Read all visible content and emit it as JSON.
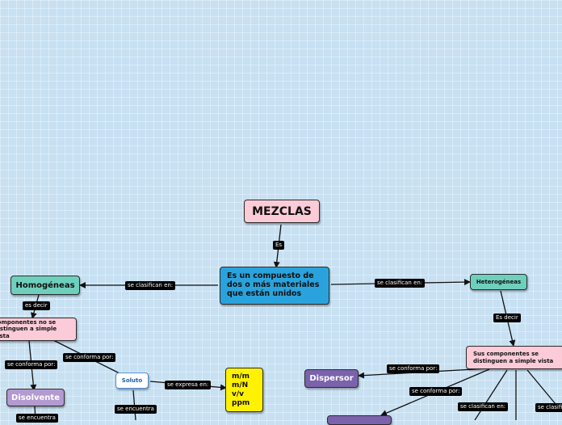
{
  "nodes": {
    "root": "MEZCLAS",
    "definition": "Es un compuesto de dos o más materiales que están unidos",
    "homogeneas": "Homogéneas",
    "heterogeneas": "Heterogéneas",
    "homo_desc": "componentes no se distinguen a simple vista",
    "hetero_desc": "Sus componentes se distinguen a simple vista",
    "disolvente": "Disolvente",
    "soluto": "Soluto",
    "dispersor": "Dispersor",
    "units": [
      "m/m",
      "m/N",
      "v/v",
      "ppm"
    ]
  },
  "links": {
    "es": "Es",
    "se_clasifican_left": "se clasifican en:",
    "se_clasifican_right": "se clasifican en:",
    "es_decir_left": "es decir",
    "es_decir_right": "Es decir",
    "se_conforma_soluto": "se conforma por:",
    "se_conforma_disolvente": "se conforma por:",
    "se_expresa": "se expresa en:",
    "se_encuentra_soluto": "se encuentra",
    "se_encuentra_disolvente": "se encuentra",
    "se_conforma_dispersor": "se conforma por:",
    "se_conforma_bottom": "se conforma por:",
    "se_clasifican_bottom": "se clasifican en:",
    "se_clasifi_edge": "se clasifi"
  },
  "colors": {
    "background": "#c7e0f2",
    "root": "#fbcbd7",
    "definition": "#2aa3dd",
    "category": "#6fcfbd",
    "description": "#fbcbd7",
    "component": "#b39ad0",
    "dispersor": "#7b62ad",
    "soluto": "#ffffff",
    "units": "#fff200"
  }
}
